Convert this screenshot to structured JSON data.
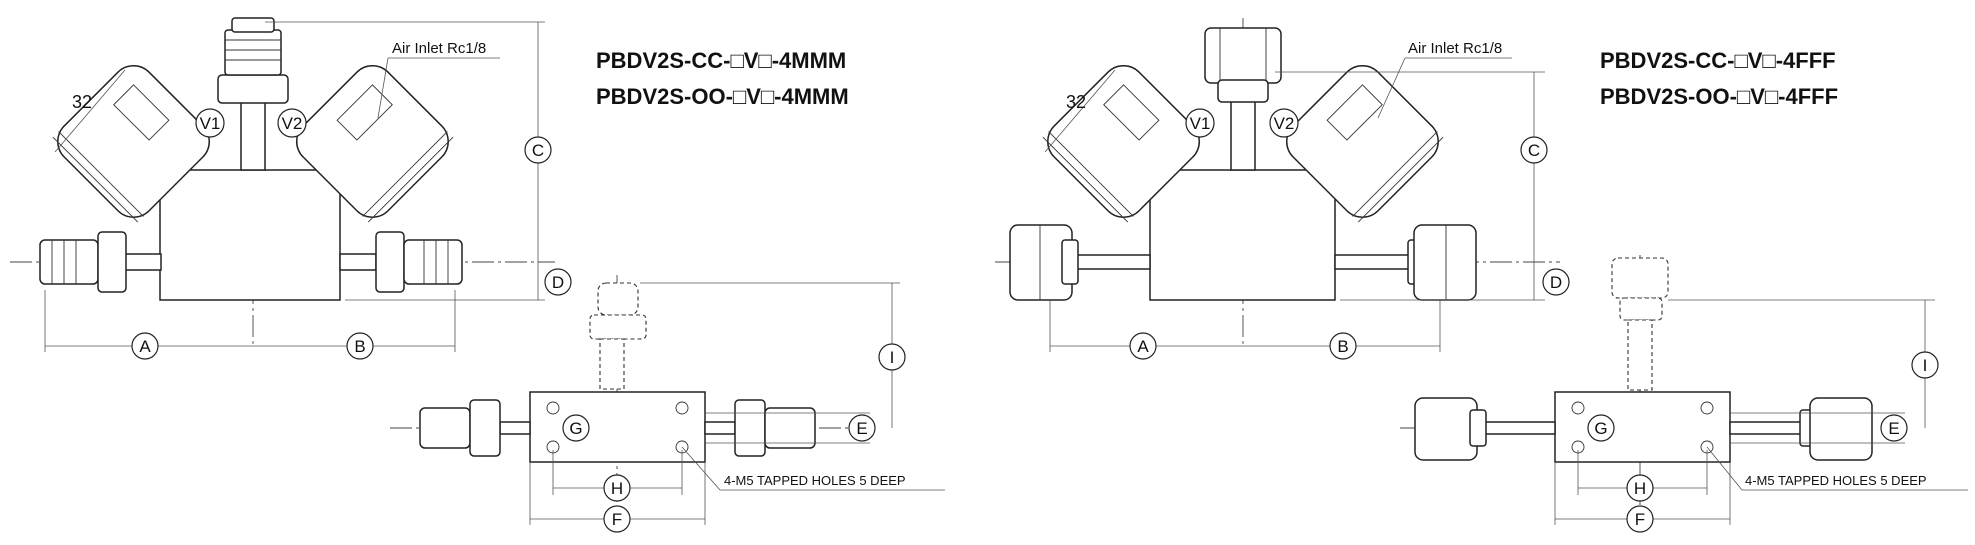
{
  "left_view": {
    "titles": [
      "PBDV2S-CC-□V□-4MMM",
      "PBDV2S-OO-□V□-4MMM"
    ],
    "air_inlet": "Air Inlet Rc1/8",
    "width_label": "32",
    "valve_labels": [
      "V1",
      "V2"
    ],
    "tapped_holes": "4-M5 TAPPED HOLES 5 DEEP",
    "dims": [
      "A",
      "B",
      "C",
      "D",
      "E",
      "F",
      "G",
      "H",
      "I"
    ]
  },
  "right_view": {
    "titles": [
      "PBDV2S-CC-□V□-4FFF",
      "PBDV2S-OO-□V□-4FFF"
    ],
    "air_inlet": "Air Inlet Rc1/8",
    "width_label": "32",
    "valve_labels": [
      "V1",
      "V2"
    ],
    "tapped_holes": "4-M5 TAPPED HOLES 5 DEEP",
    "dims": [
      "A",
      "B",
      "C",
      "D",
      "E",
      "F",
      "G",
      "H",
      "I"
    ]
  }
}
